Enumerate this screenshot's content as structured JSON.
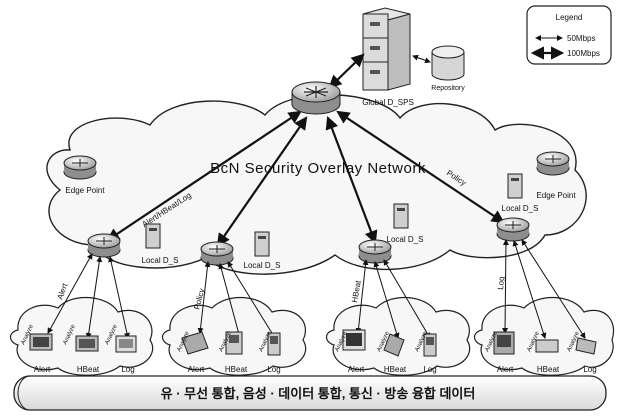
{
  "network_title": "BcN Security Overlay Network",
  "legend": {
    "title": "Legend",
    "items": [
      "50Mbps",
      "100Mbps"
    ]
  },
  "nodes": {
    "global": "Global D_SPS",
    "repository": "Repository",
    "edge_left": "Edge Point",
    "edge_right": "Edge Point",
    "local_1": "Local D_S",
    "local_2": "Local D_S",
    "local_3": "Local D_S",
    "local_4": "Local D_S"
  },
  "links": {
    "global_left": "Alert/HBeat/Log",
    "global_right": "Policy"
  },
  "groups": [
    {
      "uplink": "Alert",
      "devices": [
        "Alert",
        "HBeat",
        "Log"
      ],
      "analyzers": [
        "Analyze",
        "Analyze",
        "Analyze"
      ]
    },
    {
      "uplink": "Policy",
      "devices": [
        "Alert",
        "HBeat",
        "Log"
      ],
      "analyzers": [
        "Analyze",
        "Analyze",
        "Analyze"
      ]
    },
    {
      "uplink": "HBeat",
      "devices": [
        "Alert",
        "HBeat",
        "Log"
      ],
      "analyzers": [
        "Analyze",
        "Analyze",
        "Analyze"
      ]
    },
    {
      "uplink": "Log",
      "devices": [
        "Alert",
        "HBeat",
        "Log"
      ],
      "analyzers": [
        "Analyze",
        "Analyze",
        "Analyze"
      ]
    }
  ],
  "bottom_bar": "유 · 무선 통합,  음성 · 데이터 통합,  통신 · 방송 융합 데이터"
}
